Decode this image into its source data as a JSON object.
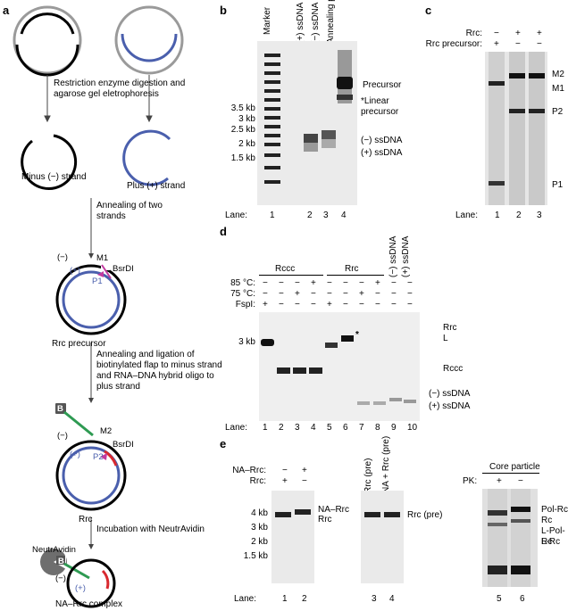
{
  "panels": {
    "a": {
      "label": "a",
      "step1": "Restriction enzyme digestion and agarose gel eletrophoresis",
      "minus_strand": "Minus (−) strand",
      "plus_strand": "Plus (+) strand",
      "step2": "Annealing of two strands",
      "minus_sym": "(−)",
      "plus_sym": "(+)",
      "m1": "M1",
      "m2": "M2",
      "bsrdi": "BsrDI",
      "p1": "P1",
      "p2": "P2",
      "rrc_precursor": "Rrc precursor",
      "step3": "Annealing and ligation of biotinylated flap to minus strand and RNA–DNA hybrid oligo to plus strand",
      "b": "B",
      "rrc": "Rrc",
      "step4": "Incubation with NeutrAvidin",
      "neutravidin": "NeutrAvidin",
      "na_rrc": "NA–Rrc complex"
    },
    "b": {
      "label": "b",
      "lane_headers": [
        "Marker",
        "(+) ssDNA",
        "(−) ssDNA",
        "Annealing products"
      ],
      "sizes": [
        "3.5 kb",
        "3 kb",
        "2.5 kb",
        "2 kb",
        "1.5 kb"
      ],
      "right_labels": [
        "Precursor",
        "*Linear precursor",
        "(−) ssDNA",
        "(+) ssDNA"
      ],
      "lane_word": "Lane:",
      "lanes": [
        "1",
        "2",
        "3",
        "4"
      ]
    },
    "c": {
      "label": "c",
      "row1_label": "Rrc:",
      "row1": [
        "−",
        "+",
        "+"
      ],
      "row2_label": "Rrc precursor:",
      "row2": [
        "+",
        "−",
        "−"
      ],
      "right_labels": [
        "M2",
        "M1",
        "P2",
        "P1"
      ],
      "lane_word": "Lane:",
      "lanes": [
        "1",
        "2",
        "3"
      ]
    },
    "d": {
      "label": "d",
      "group1": "Rccc",
      "group2": "Rrc",
      "ss_headers": [
        "(−) ssDNA",
        "(+) ssDNA"
      ],
      "row_labels": [
        "85 °C:",
        "75 °C:",
        "FspI:"
      ],
      "row85": [
        "−",
        "−",
        "−",
        "+",
        "−",
        "−",
        "−",
        "+",
        "−",
        "−"
      ],
      "row75": [
        "−",
        "−",
        "+",
        "−",
        "−",
        "−",
        "+",
        "−",
        "−",
        "−"
      ],
      "rowfsp": [
        "+",
        "−",
        "−",
        "−",
        "+",
        "−",
        "−",
        "−",
        "−",
        "−"
      ],
      "size": "3 kb",
      "star": "*",
      "right_labels": [
        "Rrc",
        "L",
        "Rccc",
        "(−) ssDNA",
        "(+) ssDNA"
      ],
      "lane_word": "Lane:",
      "lanes": [
        "1",
        "2",
        "3",
        "4",
        "5",
        "6",
        "7",
        "8",
        "9",
        "10"
      ]
    },
    "e": {
      "label": "e",
      "row1_label": "NA–Rrc:",
      "row1": [
        "−",
        "+"
      ],
      "row2_label": "Rrc:",
      "row2": [
        "+",
        "−"
      ],
      "sizes": [
        "4 kb",
        "3 kb",
        "2 kb",
        "1.5 kb"
      ],
      "gel1_labels": [
        "NA–Rrc",
        "Rrc"
      ],
      "gel2_headers": [
        "Rrc (pre)",
        "NA + Rrc (pre)"
      ],
      "gel2_label": "Rrc (pre)",
      "core_title": "Core particle",
      "pk_label": "PK:",
      "pk": [
        "+",
        "−"
      ],
      "core_labels": [
        "Pol-Rc",
        "Rc",
        "L-Pol-Rc",
        "L-Rc"
      ],
      "lane_word": "Lane:",
      "lanes": [
        "1",
        "2",
        "3",
        "4",
        "5",
        "6"
      ]
    }
  },
  "colors": {
    "blue_strand": "#4a5fad",
    "gray_strand": "#9a9a9a",
    "green_flap": "#2e9a52",
    "red_oligo": "#d8282e",
    "magenta_primer": "#c23aa0",
    "arrow": "#444444"
  }
}
